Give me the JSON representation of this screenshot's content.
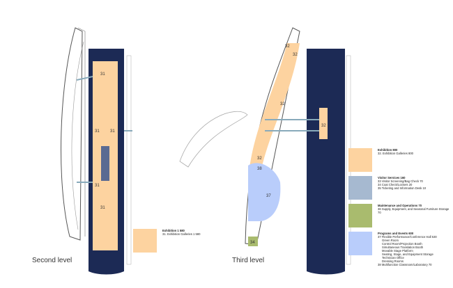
{
  "levels": {
    "second": "Second level",
    "third": "Third level"
  },
  "colors": {
    "exhibition": "#fdd3a0",
    "visitor": "#a6b9d0",
    "maintenance": "#a9bb6e",
    "programs": "#b9cdfb",
    "structure": "#1c2a55"
  },
  "room_labels": {
    "second": [
      "31",
      "31",
      "31",
      "31",
      "31"
    ],
    "third": [
      "32",
      "32",
      "32",
      "32",
      "32",
      "38",
      "37",
      "34"
    ]
  },
  "legend_second": {
    "title": "Exhibition 1 580",
    "items": [
      "31. Exhibition Galleries 1 580"
    ]
  },
  "legend_third": [
    {
      "title": "Exhibition 800",
      "items": [
        "32. Exhibition Galleries 800"
      ]
    },
    {
      "title": "Visitor Services 160",
      "items": [
        "33 Visitor Screening/Bag Check 70",
        "34 Coat Check/Lockers 20",
        "35 Ticketing and Information Desk 10"
      ]
    },
    {
      "title": "Maintenance and Operations 70",
      "items": [
        "36 Supply, Equipment, and Seasonal Furniture Storage 70"
      ]
    },
    {
      "title": "Programs and Events 600",
      "items": [
        "37 Flexible Performance/Conference Hall 530"
      ],
      "sub": [
        "Green Room",
        "Control Room/Projection Booth",
        "Simultaneous Translation Booth",
        "Movable Stage Platform",
        "Seating, Stage, and Equipment Storage",
        "Technician Office",
        "Dressing Rooms"
      ],
      "last": "38 Multifunction Classroom/Laboratory 70"
    }
  ]
}
